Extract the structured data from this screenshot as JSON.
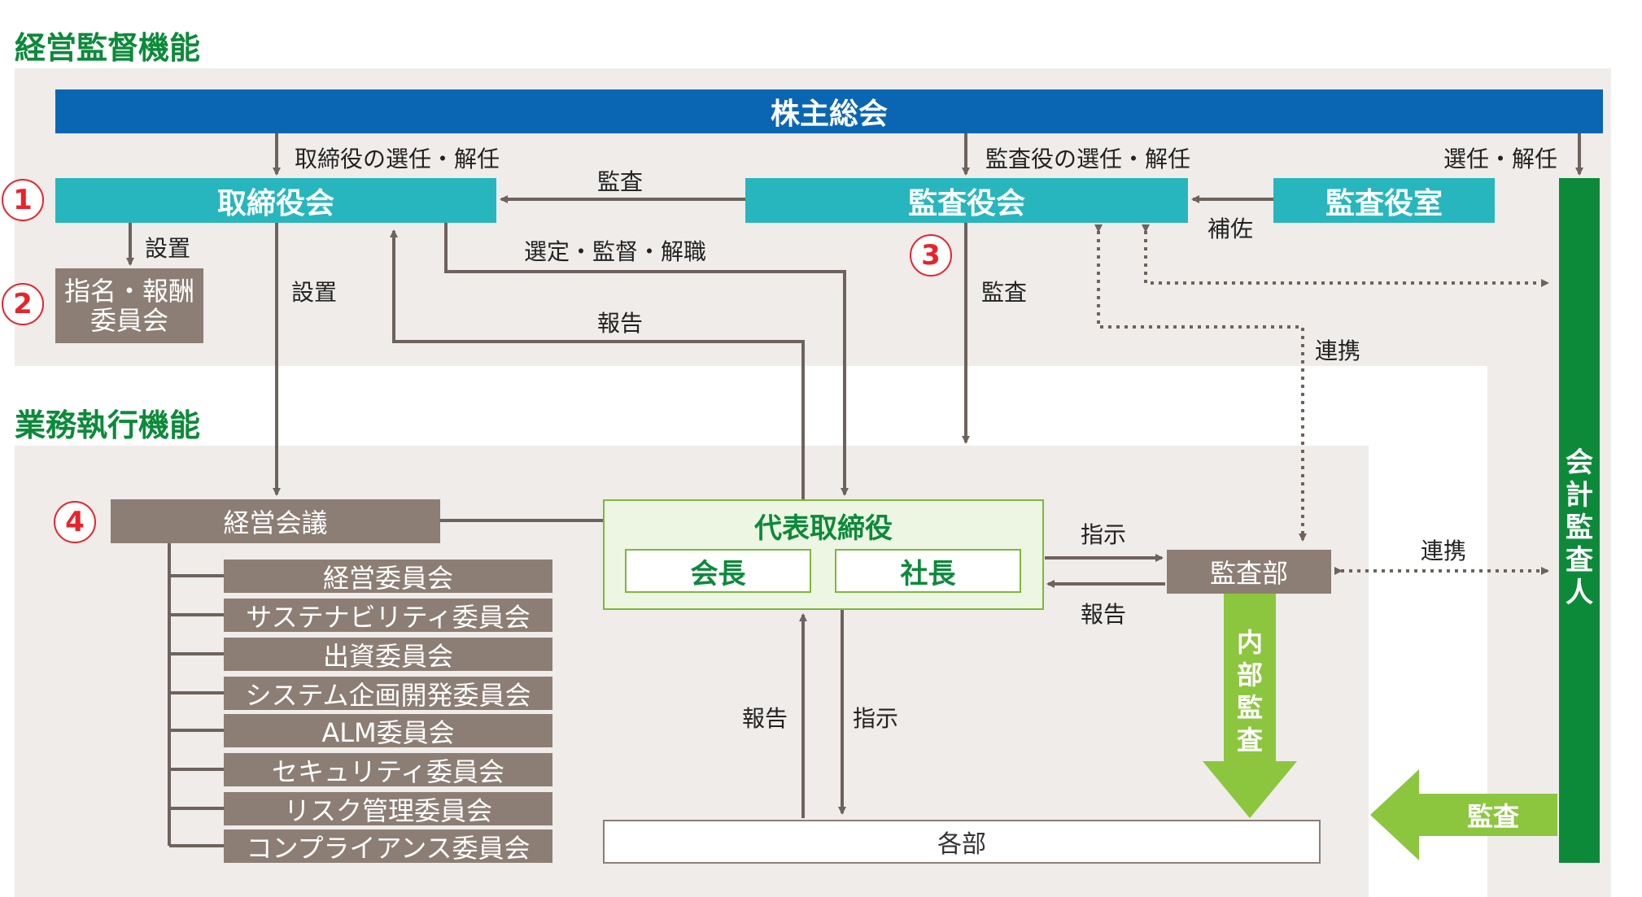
{
  "sections": {
    "oversight": "経営監督機能",
    "execution": "業務執行機能"
  },
  "nodes": {
    "shareholders": "株主総会",
    "board": "取締役会",
    "audit_board": "監査役会",
    "audit_office": "監査役室",
    "nomination_line1": "指名・報酬",
    "nomination_line2": "委員会",
    "mgmt_meeting": "経営会議",
    "rep_director": "代表取締役",
    "chairman": "会長",
    "president": "社長",
    "audit_dept": "監査部",
    "departments": "各部",
    "auditor_chars": [
      "会",
      "計",
      "監",
      "査",
      "人"
    ],
    "internal_audit_chars": [
      "内",
      "部",
      "監",
      "査"
    ],
    "audit_arrow": "監査"
  },
  "committees": [
    "経営委員会",
    "サステナビリティ委員会",
    "出資委員会",
    "システム企画開発委員会",
    "ALM委員会",
    "セキュリティ委員会",
    "リスク管理委員会",
    "コンプライアンス委員会"
  ],
  "labels": {
    "director_elect": "取締役の選任・解任",
    "auditor_elect": "監査役の選任・解任",
    "elect": "選任・解任",
    "audit_top": "監査",
    "assist": "補佐",
    "install_1": "設置",
    "install_2": "設置",
    "select": "選定・監督・解職",
    "report_top": "報告",
    "audit_mid": "監査",
    "collab_1": "連携",
    "collab_2": "連携",
    "instruct_1": "指示",
    "report_mid": "報告",
    "report_bottom": "報告",
    "instruct_bottom": "指示"
  },
  "numbers": [
    "1",
    "2",
    "3",
    "4"
  ],
  "colors": {
    "teal": "#27b6bd",
    "blue": "#0a66b3",
    "brown": "#8c7e74",
    "green": "#0c8a3a",
    "light_green": "#8cc63f",
    "red": "#e8232b"
  }
}
